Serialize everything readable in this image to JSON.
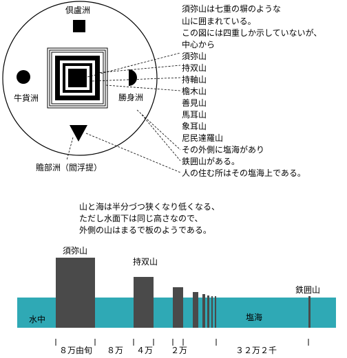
{
  "top_notes": [
    "須弥山は七重の塀のような",
    "山に囲まれている。",
    "この図には四重しか示していないが、",
    "中心から"
  ],
  "mountains": [
    "須弥山",
    "持双山",
    "持軸山",
    "檐木山",
    "善見山",
    "馬耳山",
    "象耳山",
    "尼民達羅山"
  ],
  "bottom_notes": [
    "その外側に塩海があり",
    "鉄囲山がある。",
    "人の住む所はその塩海上である。"
  ],
  "continents": {
    "north": "倶盧洲",
    "west": "牛貨洲",
    "east": "勝身洲",
    "south": "贍部洲（閻浮提）"
  },
  "section_notes": [
    "山と海は半分づつ狭くなり低くなる、",
    "ただし水面下は同じ高さなので、",
    "外側の山はまるで板のようである。"
  ],
  "profile_labels": {
    "sumeru": "須弥山",
    "jisou": "持双山",
    "tetsui": "鉄囲山",
    "water": "水中",
    "salt_sea": "塩海"
  },
  "dimensions": [
    "８万由旬",
    "８万",
    "４万",
    "２万",
    "３２万２千"
  ],
  "colors": {
    "water": "#2fa9b5",
    "mountain": "#4a4a4a"
  }
}
